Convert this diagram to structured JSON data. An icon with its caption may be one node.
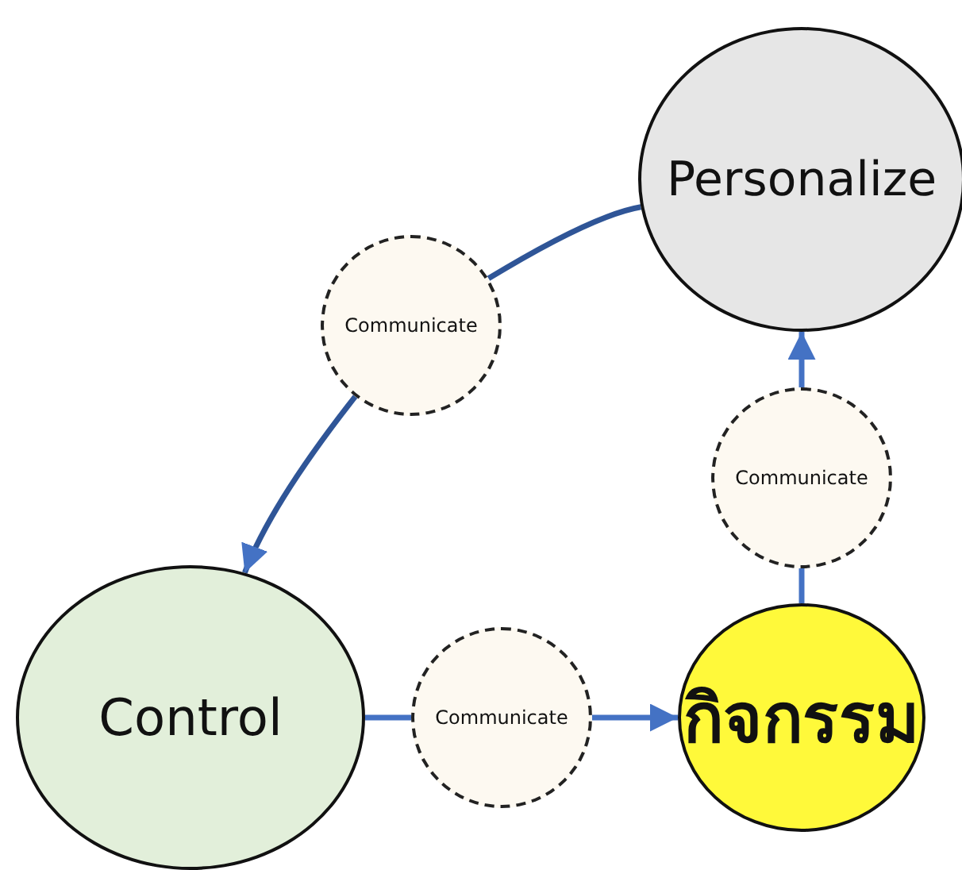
{
  "diagram": {
    "nodes": [
      {
        "text": [
          "Personalize"
        ]
      },
      {
        "text": [
          "Communicate"
        ]
      },
      {
        "text": [
          "Communicate"
        ]
      },
      {
        "text": [
          "Control"
        ]
      },
      {
        "text": [
          "Communicate"
        ]
      },
      {
        "text": [
          "กิจกรรม"
        ]
      }
    ],
    "edges": [
      {
        "from": 0,
        "to": 1,
        "arrow": "none",
        "color": "#2f5597"
      },
      {
        "from": 1,
        "to": 3,
        "arrow": "to",
        "color": "#2f5597"
      },
      {
        "from": 3,
        "to": 4,
        "arrow": "none"
      },
      {
        "from": 4,
        "to": 5,
        "arrow": "to"
      },
      {
        "from": 5,
        "to": 2,
        "arrow": "none"
      },
      {
        "from": 2,
        "to": 0,
        "arrow": "to"
      }
    ]
  }
}
